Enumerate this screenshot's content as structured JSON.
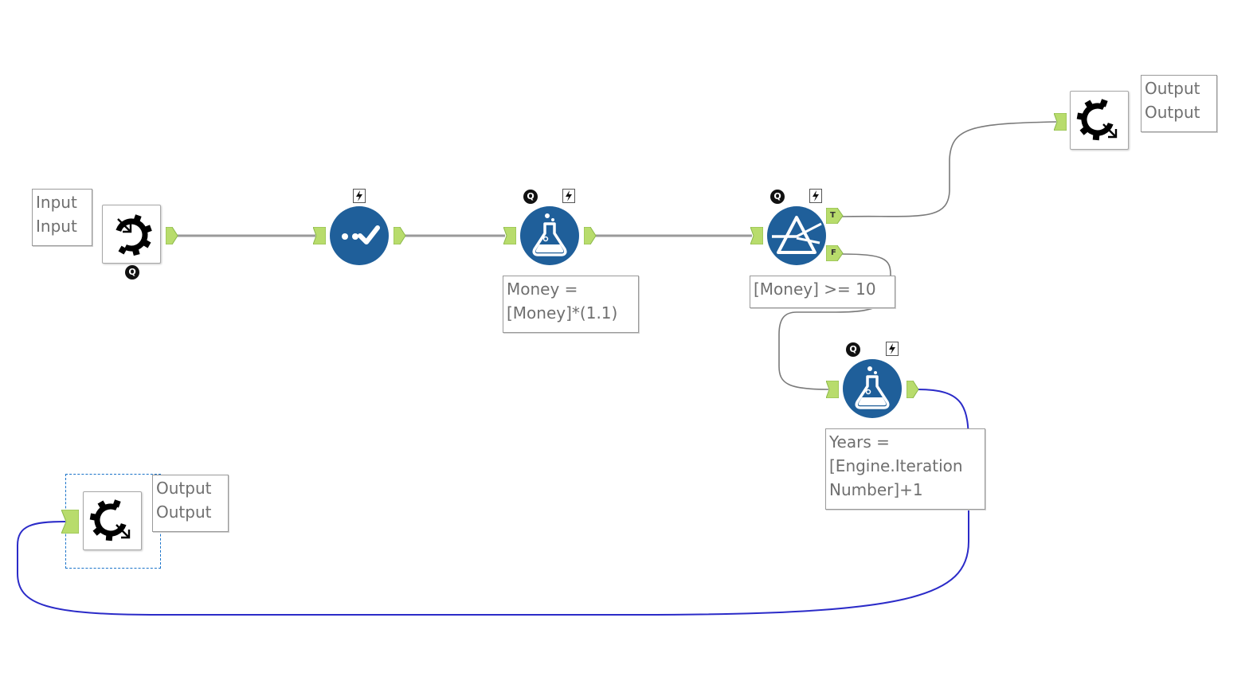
{
  "annotations": {
    "input": [
      "Input",
      "Input"
    ],
    "output_top": [
      "Output",
      "Output"
    ],
    "output_bottom": [
      "Output",
      "Output"
    ],
    "formula_money": [
      "Money =",
      "[Money]*(1.1)"
    ],
    "filter": [
      "[Money]  >= 10"
    ],
    "formula_years": [
      "Years =",
      "[Engine.Iteration",
      "Number]+1"
    ]
  },
  "badges": {
    "q": "Q",
    "true_anchor": "T",
    "false_anchor": "F"
  },
  "icons": {
    "input_tool": "macro-input-icon",
    "select_tool": "select-icon",
    "formula_tool": "formula-flask-icon",
    "filter_tool": "filter-icon",
    "output_tool": "macro-output-icon",
    "bolt": "lightning-icon"
  },
  "colors": {
    "tool_blue": "#1f5f9a",
    "anchor_green": "#b8dc6c",
    "connection_gray": "#8a8a8a",
    "loop_connection_blue": "#2b2bc8",
    "selection_blue": "#1a73c9"
  }
}
